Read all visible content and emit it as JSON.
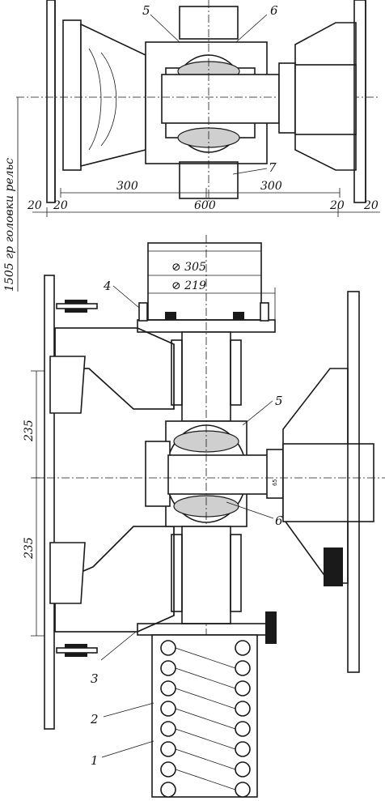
{
  "callouts": {
    "c1": "1",
    "c2": "2",
    "c3": "3",
    "c4": "4",
    "c5_top": "5",
    "c5_mid": "5",
    "c6_top": "6",
    "c6_mid": "6",
    "c7": "7"
  },
  "dimensions": {
    "d300_left": "300",
    "d300_right": "300",
    "d600": "600",
    "d20_a": "20",
    "d20_b": "20",
    "d20_c": "20",
    "d20_d": "20",
    "d305": "⊘ 305",
    "d219": "⊘ 219",
    "d235_top": "235",
    "d235_bottom": "235",
    "rail_gauge": "1505 гр головки рельс"
  },
  "marks": {
    "shaft_mark": "65"
  }
}
